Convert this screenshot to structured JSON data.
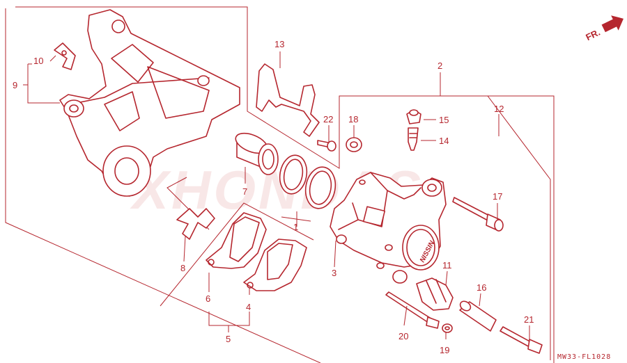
{
  "diagram": {
    "watermark": "XHONDAS",
    "direction_label": "FR.",
    "drawing_code": "MW33-FL1028",
    "caliper_marking": "NISSIN",
    "accent_color": "#b5262e",
    "callouts": [
      "1",
      "2",
      "3",
      "4",
      "5",
      "6",
      "7",
      "8",
      "9",
      "10",
      "11",
      "12",
      "13",
      "14",
      "15",
      "16",
      "17",
      "18",
      "19",
      "20",
      "21",
      "22"
    ]
  }
}
